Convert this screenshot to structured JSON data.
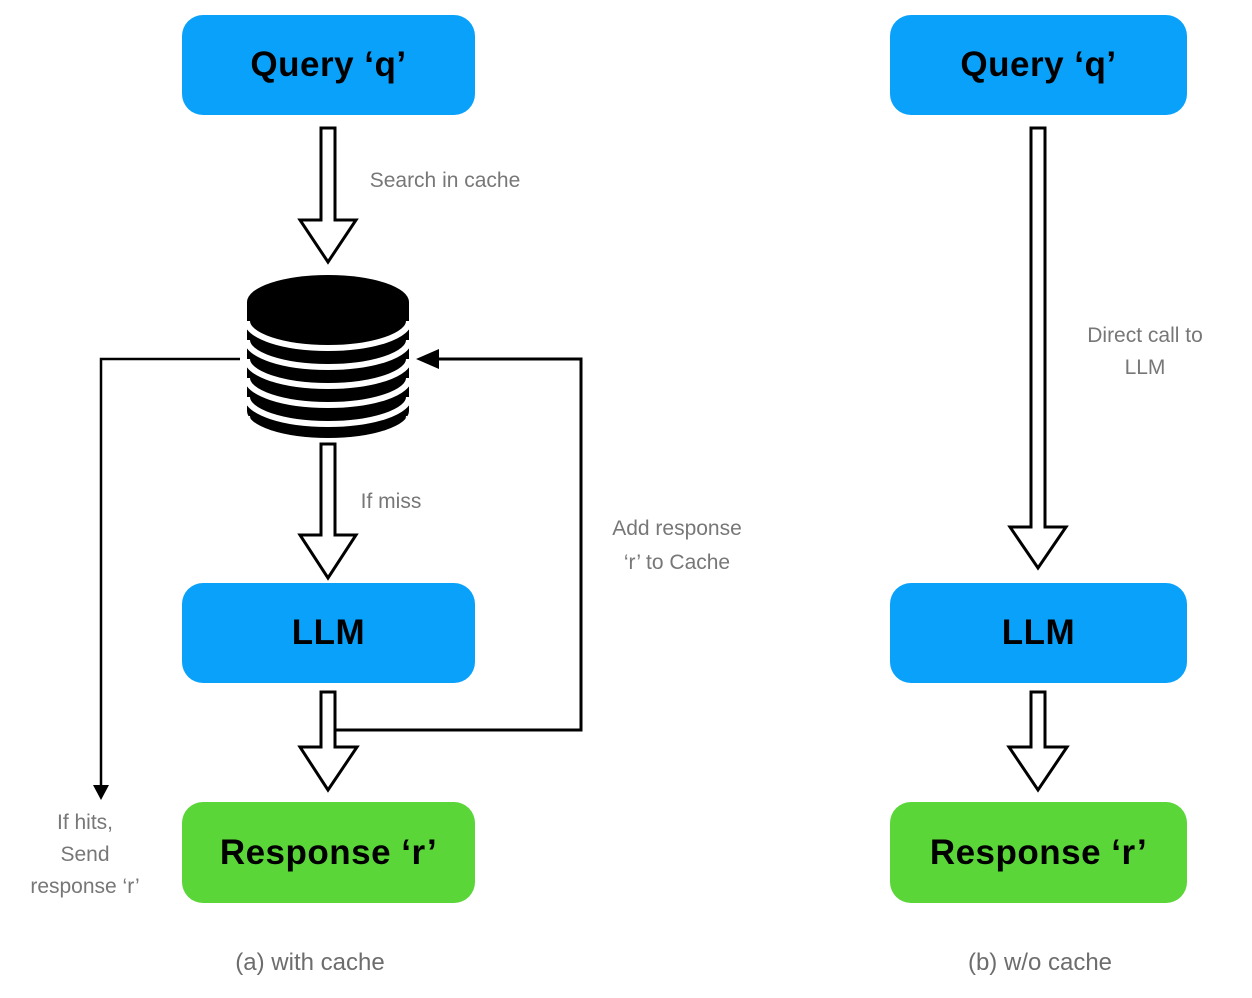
{
  "left": {
    "query": "Query ‘q’",
    "llm": "LLM",
    "response": "Response ‘r’",
    "edge_search": "Search in cache",
    "edge_miss": "If miss",
    "edge_add": "Add response\n‘r’ to Cache",
    "edge_hits": "If hits,\nSend\nresponse ‘r’",
    "caption": "(a) with cache"
  },
  "right": {
    "query": "Query ‘q’",
    "llm": "LLM",
    "response": "Response ‘r’",
    "edge_direct": "Direct call to\nLLM",
    "caption": "(b) w/o cache"
  },
  "icons": {
    "cache": "database-cylinder-icon"
  },
  "colors": {
    "node_blue": "#0aa1fb",
    "node_green": "#5bd639",
    "edge_label_gray": "#777777",
    "caption_gray": "#6d6d6d",
    "line_black": "#000000"
  }
}
